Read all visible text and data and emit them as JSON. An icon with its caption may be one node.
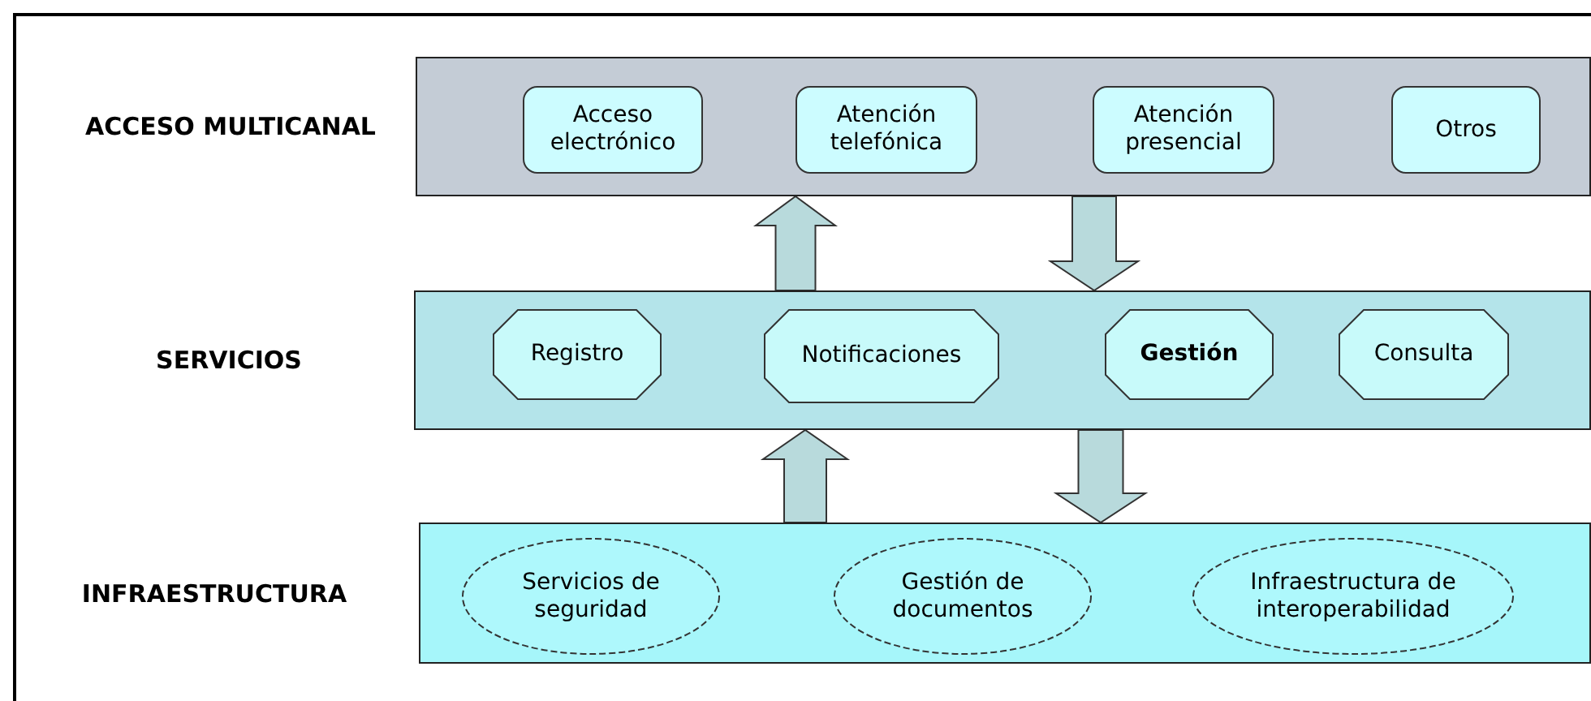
{
  "diagram": {
    "nodes": [
      {
        "text": [
          "ACCESO MULTICANAL"
        ]
      },
      {
        "text": [
          "Acceso electrónico"
        ],
        "in": 0
      },
      {
        "text": [
          "Atención telefónica"
        ],
        "in": 0
      },
      {
        "text": [
          "Atención presencial"
        ],
        "in": 0
      },
      {
        "text": [
          "Otros"
        ],
        "in": 0
      },
      {
        "text": [
          "SERVICIOS"
        ]
      },
      {
        "text": [
          "Registro"
        ],
        "in": 5
      },
      {
        "text": [
          "Notificaciones"
        ],
        "in": 5
      },
      {
        "text": [
          "Gestión"
        ],
        "in": 5
      },
      {
        "text": [
          "Consulta"
        ],
        "in": 5
      },
      {
        "text": [
          "INFRAESTRUCTURA"
        ]
      },
      {
        "text": [
          "Servicios de seguridad"
        ],
        "in": 10
      },
      {
        "text": [
          "Gestión de documentos"
        ],
        "in": 10
      },
      {
        "text": [
          "Infraestructura de interoperabilidad"
        ],
        "in": 10
      }
    ],
    "edges": [
      {
        "from": 5,
        "to": 0,
        "arrow": "to",
        "style": "thick"
      },
      {
        "from": 0,
        "to": 5,
        "arrow": "to",
        "style": "thick"
      },
      {
        "from": 10,
        "to": 5,
        "arrow": "to",
        "style": "thick"
      },
      {
        "from": 5,
        "to": 10,
        "arrow": "to",
        "style": "thick"
      }
    ]
  }
}
